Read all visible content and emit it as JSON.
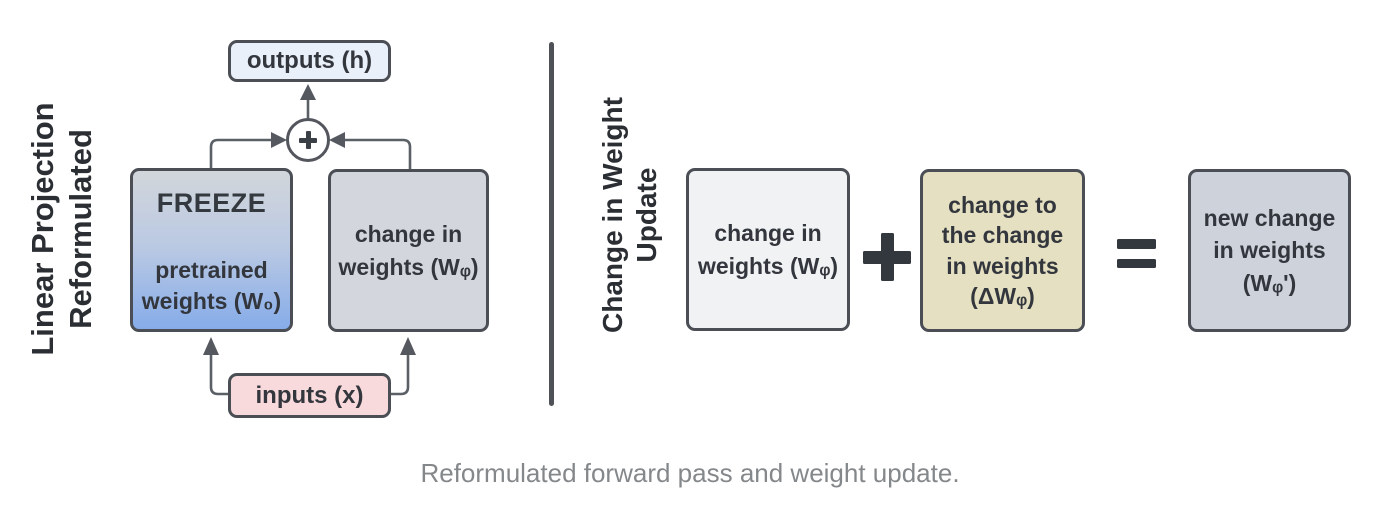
{
  "left_panel": {
    "title": "Linear Projection\nReformulated",
    "outputs_label": "outputs (h)",
    "add_node_symbol": "+",
    "freeze_label": "FREEZE",
    "pretrained_label": "pretrained\nweights (W₀)",
    "change_label": "change in\nweights (Wᵩ)",
    "inputs_label": "inputs (x)"
  },
  "right_panel": {
    "title": "Change in Weight\nUpdate",
    "term1": "change in\nweights (Wᵩ)",
    "plus_symbol": "+",
    "term2": "change to\nthe change\nin weights\n(ΔWᵩ)",
    "equals_symbol": "=",
    "result": "new change\nin weights\n(Wᵩ')"
  },
  "caption": "Reformulated forward pass and weight update.",
  "colors": {
    "background": "#ffffff",
    "box_border": "#4b4f55",
    "box_text": "#33373d",
    "outputs_fill": "#e9f0fa",
    "freeze_gradient_top": "#d2d6db",
    "freeze_gradient_bottom": "#86ace9",
    "change_fill": "#d3d7dd",
    "inputs_fill": "#f8dadc",
    "term1_fill": "#f0f2f4",
    "term2_fill": "#e5e0c2",
    "result_fill": "#ced3db",
    "divider": "#4e5257",
    "connector": "#5b6067",
    "operator": "#33383f",
    "title_text": "#2b2e33",
    "caption_text": "#85888b"
  }
}
